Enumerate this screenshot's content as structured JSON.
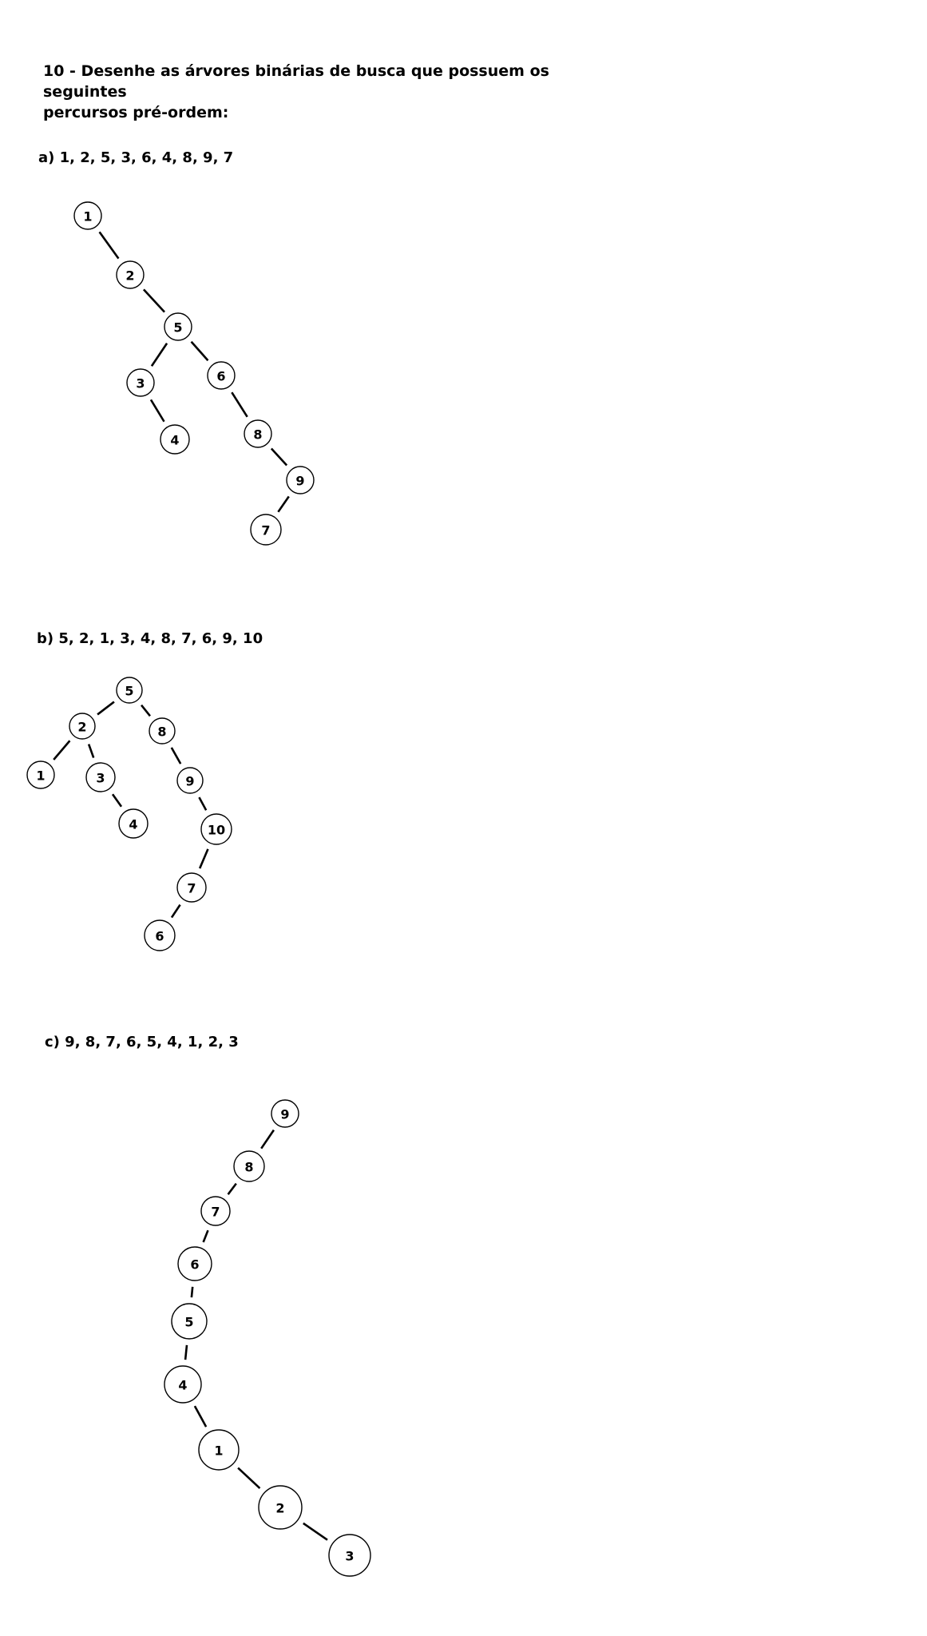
{
  "question": {
    "line1": "10 - Desenhe as árvores binárias de busca que possuem os seguintes",
    "line2": "percursos pré-ordem:"
  },
  "trees": [
    {
      "id": "a",
      "label": "a) 1, 2, 5, 3, 6, 4, 8, 9, 7",
      "nodes": [
        {
          "id": "n1",
          "label": "1"
        },
        {
          "id": "n2",
          "label": "2"
        },
        {
          "id": "n5",
          "label": "5"
        },
        {
          "id": "n3",
          "label": "3"
        },
        {
          "id": "n6",
          "label": "6"
        },
        {
          "id": "n4",
          "label": "4"
        },
        {
          "id": "n8",
          "label": "8"
        },
        {
          "id": "n9",
          "label": "9"
        },
        {
          "id": "n7",
          "label": "7"
        }
      ],
      "edges": [
        [
          "n1",
          "n2"
        ],
        [
          "n2",
          "n5"
        ],
        [
          "n5",
          "n3"
        ],
        [
          "n5",
          "n6"
        ],
        [
          "n3",
          "n4"
        ],
        [
          "n6",
          "n8"
        ],
        [
          "n8",
          "n9"
        ],
        [
          "n9",
          "n7"
        ]
      ]
    },
    {
      "id": "b",
      "label": "b) 5, 2, 1, 3, 4, 8, 7, 6, 9, 10",
      "nodes": [
        {
          "id": "n5",
          "label": "5"
        },
        {
          "id": "n2",
          "label": "2"
        },
        {
          "id": "n8",
          "label": "8"
        },
        {
          "id": "n1",
          "label": "1"
        },
        {
          "id": "n3",
          "label": "3"
        },
        {
          "id": "n9",
          "label": "9"
        },
        {
          "id": "n4",
          "label": "4"
        },
        {
          "id": "n10",
          "label": "10"
        },
        {
          "id": "n7",
          "label": "7"
        },
        {
          "id": "n6",
          "label": "6"
        }
      ],
      "edges": [
        [
          "n5",
          "n2"
        ],
        [
          "n5",
          "n8"
        ],
        [
          "n2",
          "n1"
        ],
        [
          "n2",
          "n3"
        ],
        [
          "n8",
          "n9"
        ],
        [
          "n3",
          "n4"
        ],
        [
          "n9",
          "n10"
        ],
        [
          "n10",
          "n7"
        ],
        [
          "n7",
          "n6"
        ]
      ]
    },
    {
      "id": "c",
      "label": "c) 9, 8, 7, 6, 5, 4, 1, 2, 3",
      "nodes": [
        {
          "id": "n9",
          "label": "9"
        },
        {
          "id": "n8",
          "label": "8"
        },
        {
          "id": "n7",
          "label": "7"
        },
        {
          "id": "n6",
          "label": "6"
        },
        {
          "id": "n5",
          "label": "5"
        },
        {
          "id": "n4",
          "label": "4"
        },
        {
          "id": "n1",
          "label": "1"
        },
        {
          "id": "n2",
          "label": "2"
        },
        {
          "id": "n3",
          "label": "3"
        }
      ],
      "edges": [
        [
          "n9",
          "n8"
        ],
        [
          "n8",
          "n7"
        ],
        [
          "n7",
          "n6"
        ],
        [
          "n6",
          "n5"
        ],
        [
          "n5",
          "n4"
        ],
        [
          "n4",
          "n1"
        ],
        [
          "n1",
          "n2"
        ],
        [
          "n2",
          "n3"
        ]
      ]
    }
  ]
}
